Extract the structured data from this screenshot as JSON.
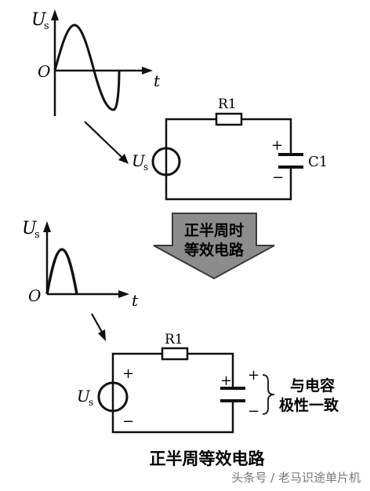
{
  "graph_top": {
    "y_label": "U",
    "y_sub": "s",
    "origin": "O",
    "x_label": "t"
  },
  "graph_bottom": {
    "y_label": "U",
    "y_sub": "s",
    "origin": "O",
    "x_label": "t"
  },
  "circuit_top": {
    "resistor": "R1",
    "capacitor": "C1",
    "source_label": "U",
    "source_sub": "s",
    "cap_plus": "+",
    "cap_minus": "−"
  },
  "arrow_box": {
    "line1": "正半周时",
    "line2": "等效电路"
  },
  "circuit_bottom": {
    "resistor": "R1",
    "source_label": "U",
    "source_sub": "s",
    "source_plus": "+",
    "source_minus": "−",
    "cap_plus": "+",
    "outer_plus": "+",
    "outer_minus": "−",
    "note_line1": "与电容",
    "note_line2": "极性一致"
  },
  "caption": "正半周等效电路",
  "watermark": "头条号 / 老马识途单片机",
  "colors": {
    "ink": "#111111",
    "arrow_fill": "#8c8c8c",
    "arrow_stroke": "#3a3a3a",
    "background": "#ffffff"
  }
}
